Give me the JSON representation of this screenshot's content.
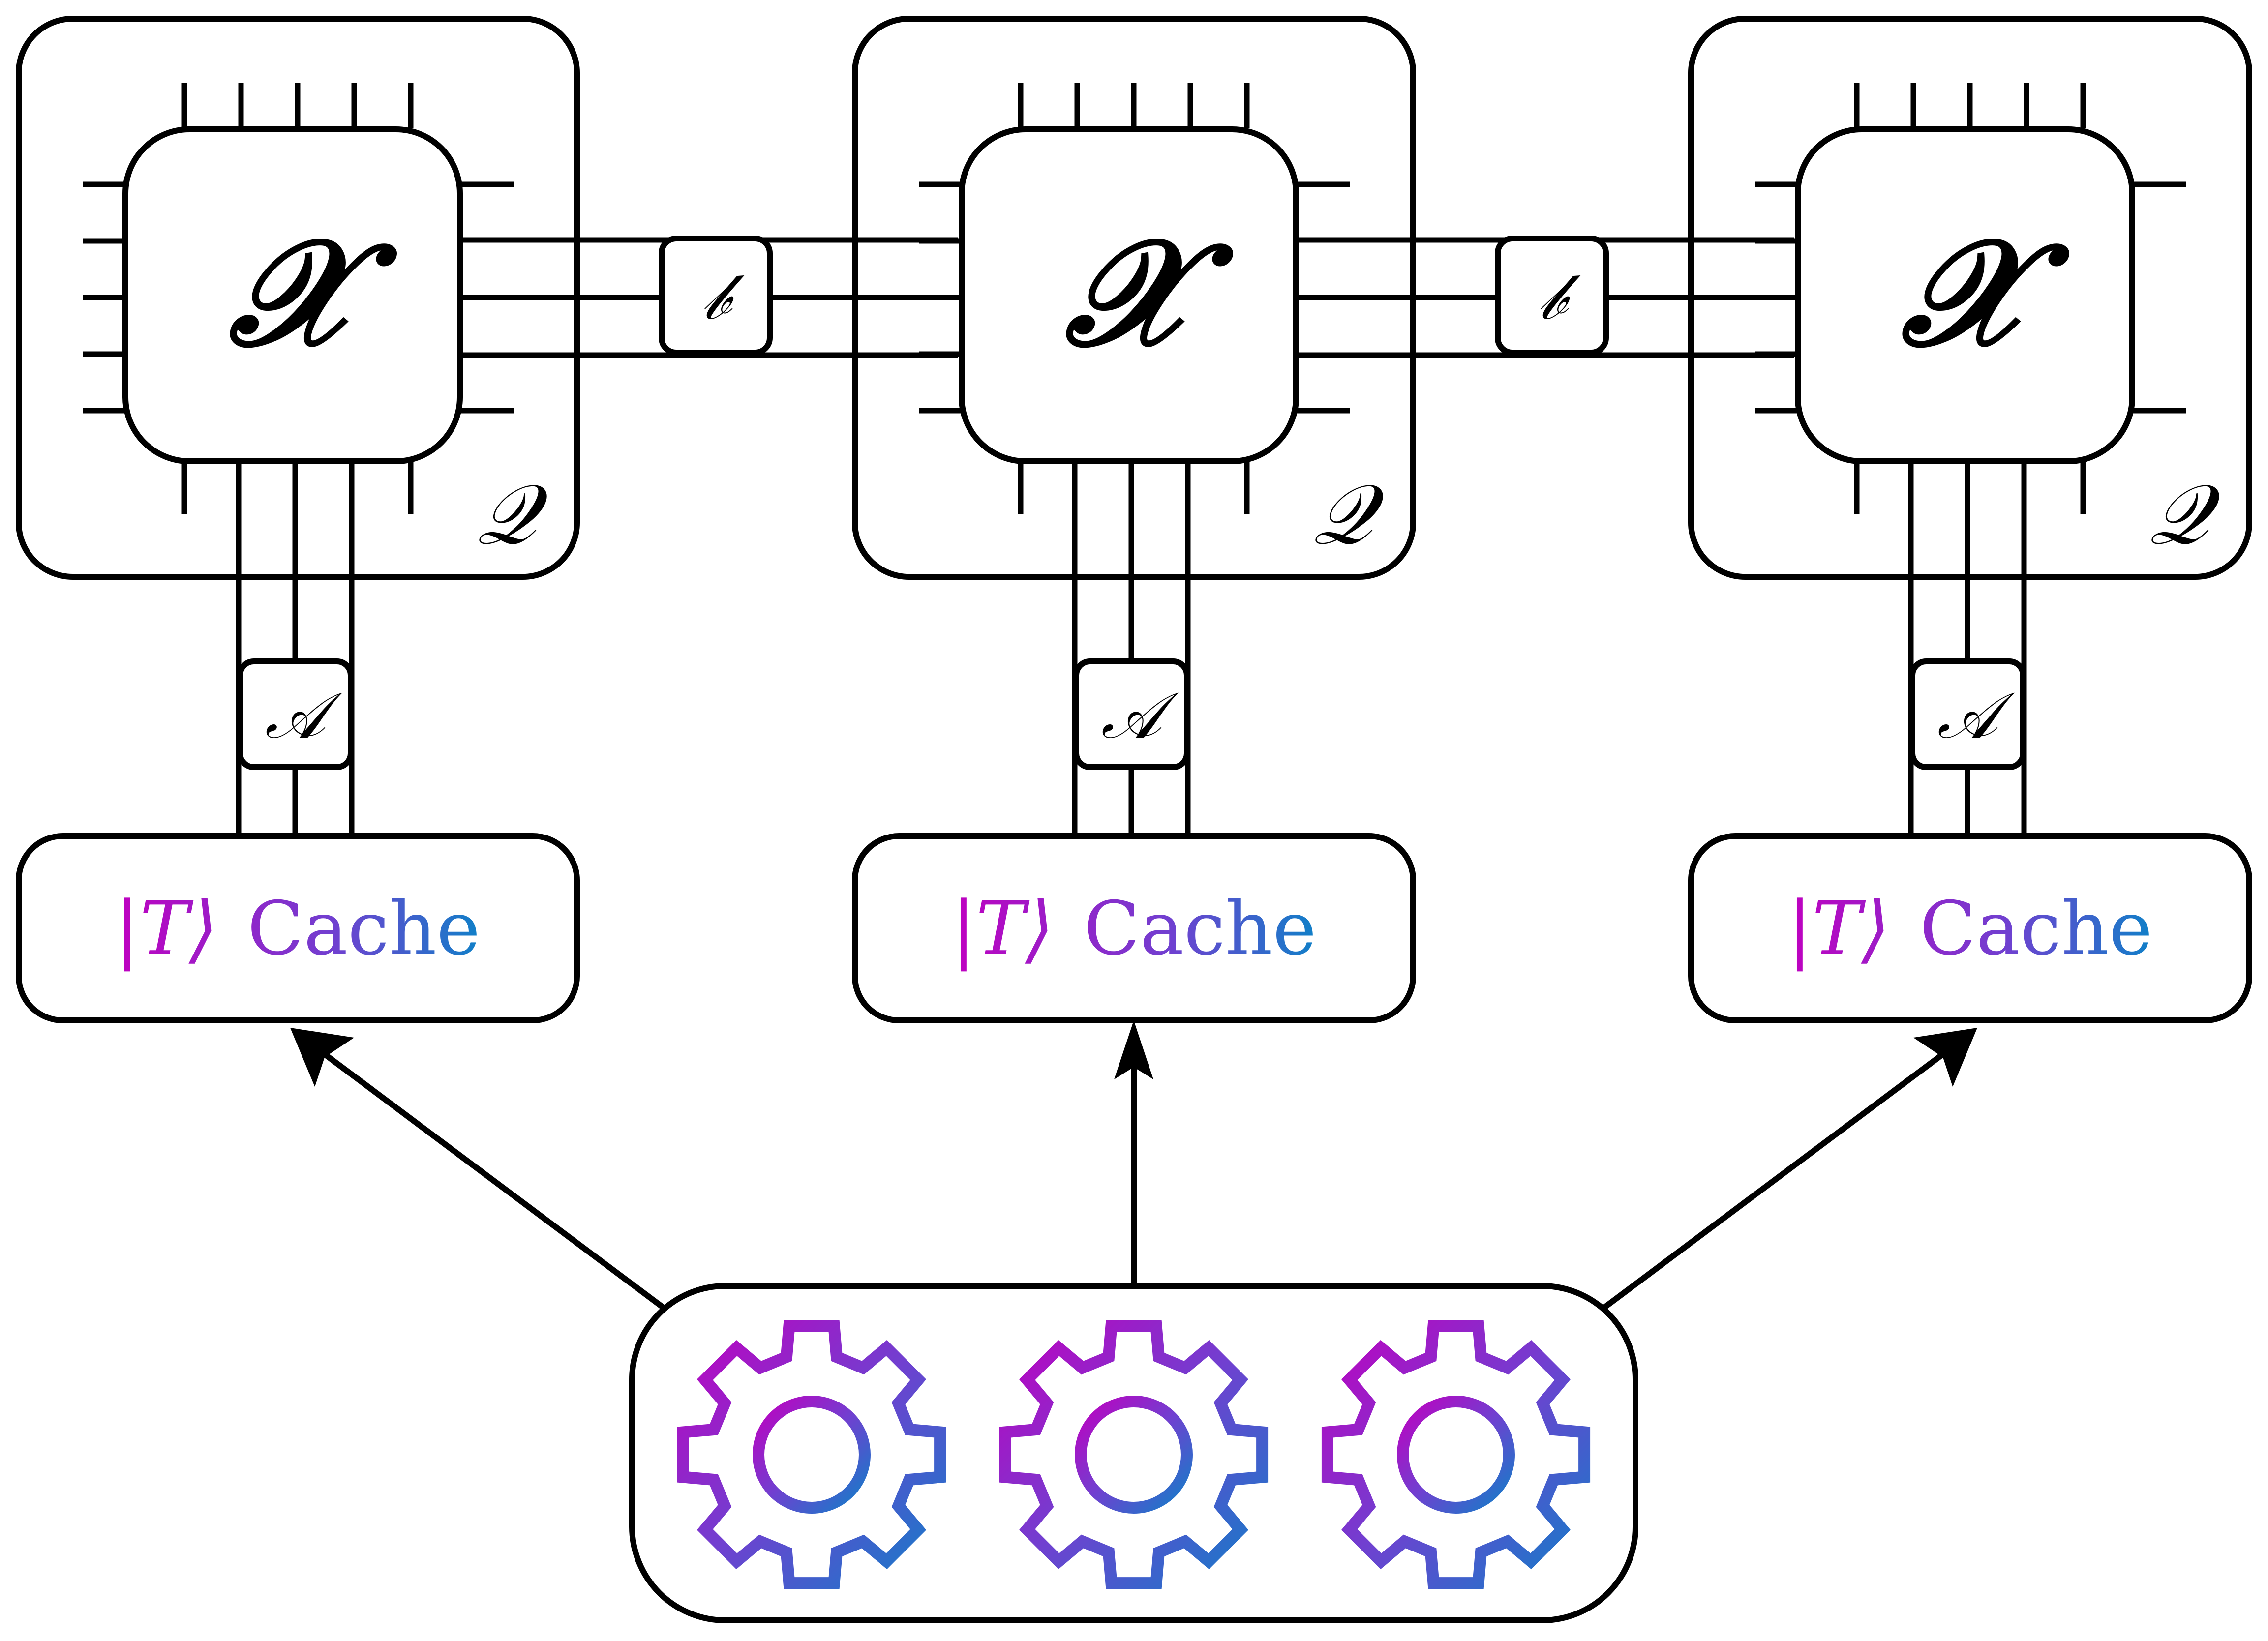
{
  "labels": {
    "processor": "𝒳",
    "qpu": "𝒬",
    "bus": "𝒷",
    "adapter": "𝒜",
    "cache_ket": "|T⟩",
    "cache_word": "Cache"
  },
  "colors": {
    "stroke": "#000000",
    "gradient_start": "#c000c0",
    "gradient_mid": "#7040d0",
    "gradient_end": "#1080c8"
  },
  "icons": [
    "gear-icon",
    "gear-icon",
    "gear-icon"
  ]
}
